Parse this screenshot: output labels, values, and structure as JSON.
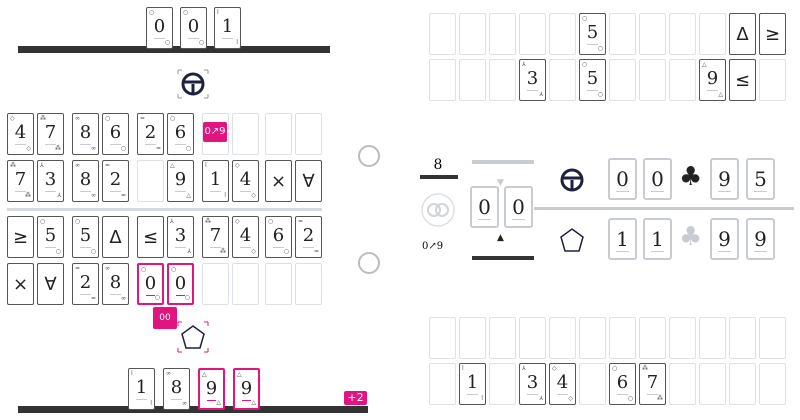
{
  "opponent_hand": [
    {
      "v": "0",
      "p": "○"
    },
    {
      "v": "0",
      "p": "○"
    },
    {
      "v": "1",
      "p": "ǀ"
    }
  ],
  "player_hand": [
    {
      "v": "1",
      "p": "ǀ"
    },
    {
      "v": "8",
      "p": "∞"
    },
    {
      "v": "9",
      "p": "△",
      "hl": true
    },
    {
      "v": "9",
      "p": "△",
      "hl": true
    }
  ],
  "player_bonus": "+2",
  "left_grid": [
    [
      {
        "v": "4",
        "p": "◇"
      },
      {
        "v": "7",
        "p": "⁂"
      },
      {
        "v": "8",
        "p": "∞"
      },
      {
        "v": "6",
        "p": "○"
      },
      {
        "v": "2",
        "p": "="
      },
      {
        "v": "6",
        "p": "○"
      },
      null,
      null,
      null,
      null
    ],
    [
      {
        "v": "7",
        "p": "⁂"
      },
      {
        "v": "3",
        "p": "⅄"
      },
      {
        "v": "8",
        "p": "∞"
      },
      {
        "v": "2",
        "p": "="
      },
      null,
      {
        "v": "9",
        "p": "△"
      },
      {
        "v": "1",
        "p": "ǀ"
      },
      {
        "v": "4",
        "p": "◇"
      },
      {
        "v": "×",
        "s": true
      },
      {
        "v": "∀",
        "s": true
      }
    ],
    [
      {
        "v": "≥",
        "s": true
      },
      {
        "v": "5",
        "p": "○"
      },
      {
        "v": "5",
        "p": "○"
      },
      {
        "v": "Δ",
        "s": true
      },
      {
        "v": "≤",
        "s": true
      },
      {
        "v": "3",
        "p": "⅄"
      },
      {
        "v": "7",
        "p": "⁂"
      },
      {
        "v": "4",
        "p": "◇"
      },
      {
        "v": "6",
        "p": "○"
      },
      {
        "v": "2",
        "p": "="
      }
    ],
    [
      {
        "v": "×",
        "s": true
      },
      {
        "v": "∀",
        "s": true
      },
      {
        "v": "2",
        "p": "="
      },
      {
        "v": "8",
        "p": "∞"
      },
      {
        "v": "0",
        "p": "○",
        "hl": true
      },
      {
        "v": "0",
        "p": "○",
        "hl": true
      },
      null,
      null,
      null,
      null
    ]
  ],
  "grid_badge": "0↗9",
  "selection_badge": "00",
  "right_top_grid": [
    [
      null,
      null,
      null,
      null,
      null,
      {
        "v": "5",
        "p": "○"
      },
      null,
      null,
      null,
      null,
      {
        "v": "Δ",
        "s": true
      },
      {
        "v": "≥",
        "s": true
      }
    ],
    [
      null,
      null,
      null,
      {
        "v": "3",
        "p": "⅄"
      },
      null,
      {
        "v": "5",
        "p": "○"
      },
      null,
      null,
      null,
      {
        "v": "9",
        "p": "△"
      },
      {
        "v": "≤",
        "s": true
      },
      null
    ]
  ],
  "right_bottom_grid": [
    [
      null,
      null,
      null,
      null,
      null,
      null,
      null,
      null,
      null,
      null,
      null,
      null
    ],
    [
      null,
      {
        "v": "1",
        "p": "ǀ"
      },
      null,
      {
        "v": "3",
        "p": "⅄"
      },
      {
        "v": "4",
        "p": "◇"
      },
      null,
      {
        "v": "6",
        "p": "○"
      },
      {
        "v": "7",
        "p": "⁂"
      },
      null,
      null,
      null,
      null
    ]
  ],
  "status": {
    "deck_count": "8",
    "range_label": "0↗9",
    "center_cards": [
      "0",
      "0"
    ],
    "opponent_row": [
      "0",
      "0",
      "9",
      "5"
    ],
    "player_row": [
      "1",
      "1",
      "9",
      "9"
    ]
  },
  "colors": {
    "accent": "#e0157f",
    "dark": "#1e2140",
    "muted": "#c8ccd2"
  }
}
